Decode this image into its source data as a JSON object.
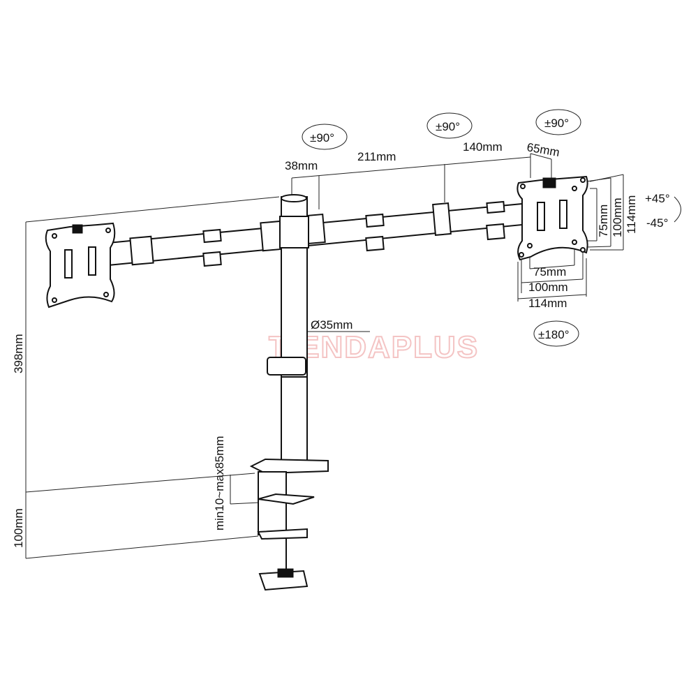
{
  "watermark": "TIENDAPLUS",
  "rotations": {
    "arm_joint": "±90°",
    "mid_joint": "±90°",
    "head_swivel": "±90°",
    "head_rotate": "±180°",
    "tilt_up": "+45°",
    "tilt_down": "-45°"
  },
  "dimensions": {
    "pole_offset": "38mm",
    "arm_segment_1": "211mm",
    "arm_segment_2": "140mm",
    "head_offset": "65mm",
    "pole_diameter": "Ø35mm",
    "total_height": "398mm",
    "clamp_height": "100mm",
    "desk_thickness": "min10~max85mm",
    "vesa_75_v": "75mm",
    "vesa_100_v": "100mm",
    "plate_114_v": "114mm",
    "vesa_75_h": "75mm",
    "vesa_100_h": "100mm",
    "plate_114_h": "114mm"
  }
}
